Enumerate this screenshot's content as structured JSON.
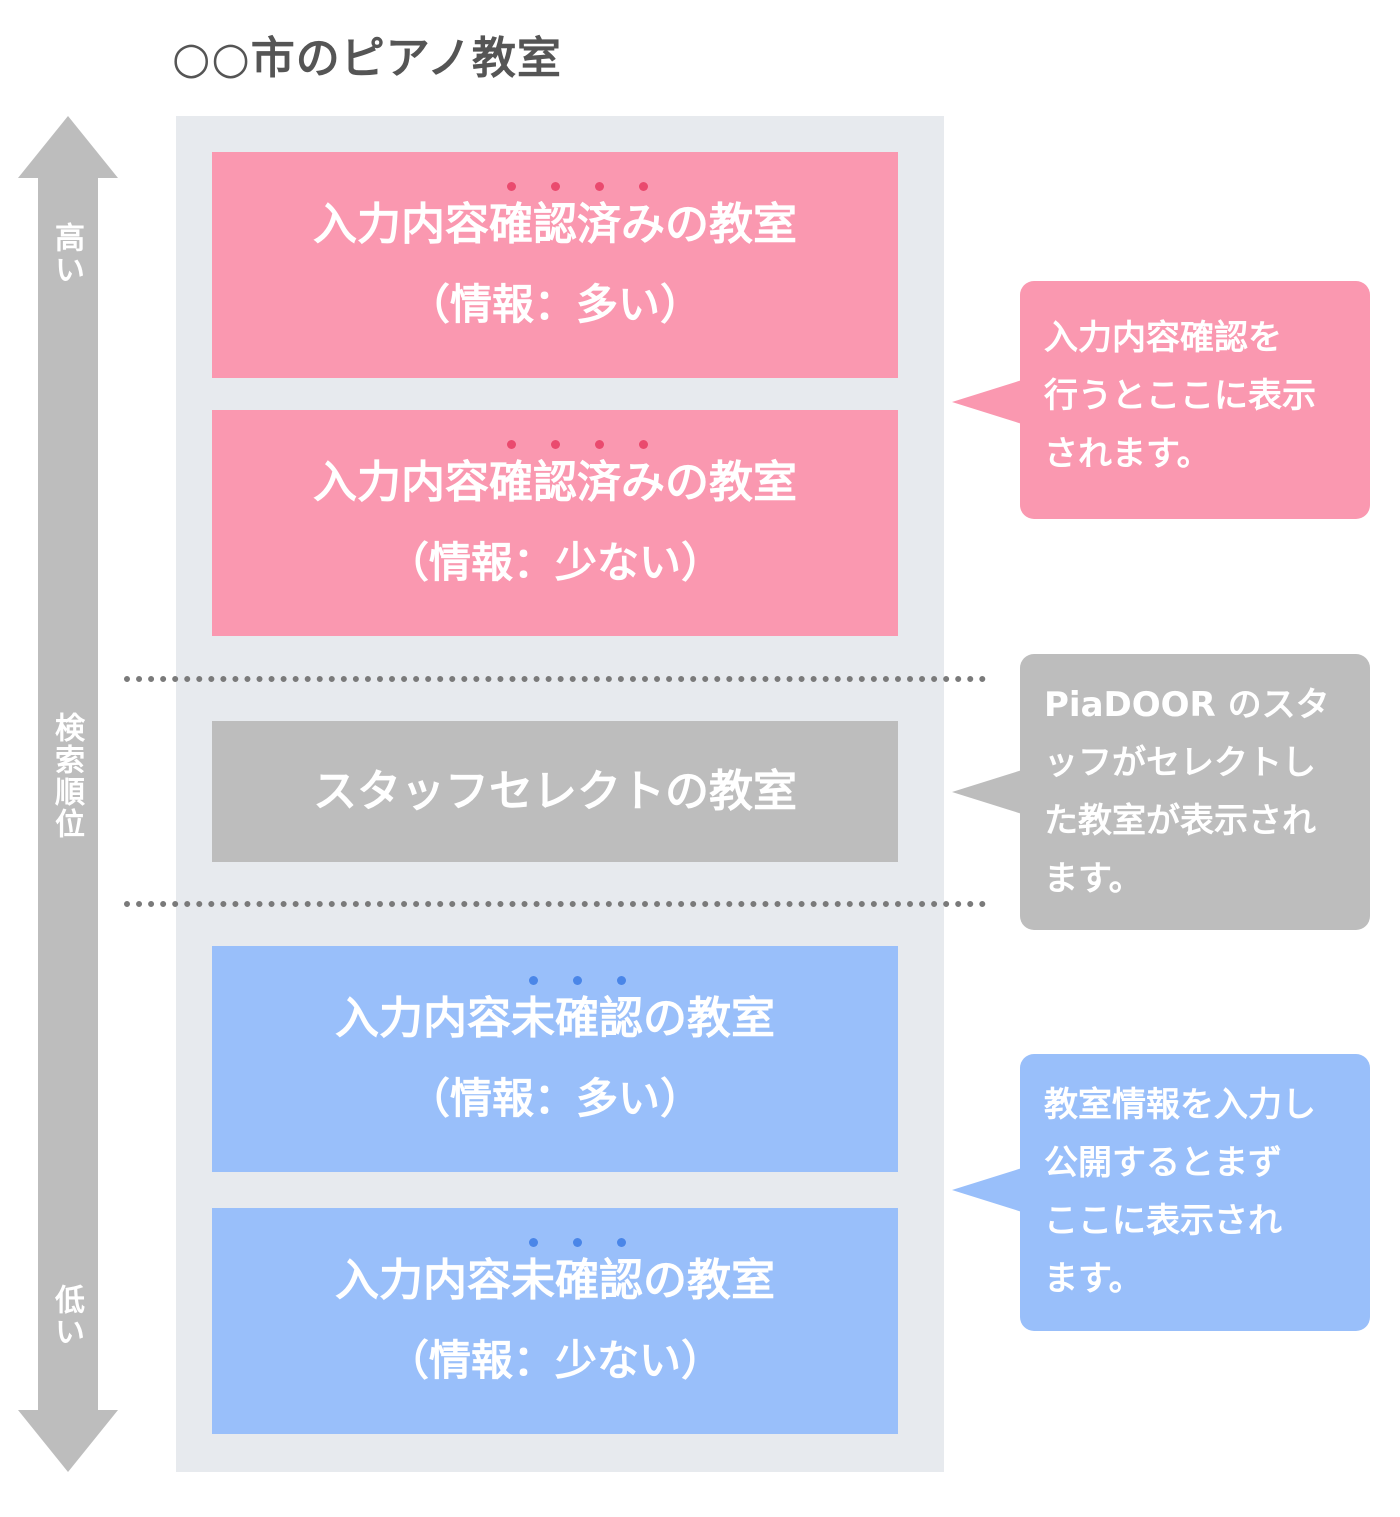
{
  "title": "○○市のピアノ教室",
  "axis": {
    "high_label": "高い",
    "mid_label": "検索順位",
    "low_label": "低い",
    "color": "#bdbdbd"
  },
  "boxes": [
    {
      "line1_pre": "入力内容",
      "line1_em": [
        "確",
        "認",
        "済",
        "み"
      ],
      "line1_post": "の教室",
      "line2": "（情報：多い）",
      "color": "#fa98b0"
    },
    {
      "line1_pre": "入力内容",
      "line1_em": [
        "確",
        "認",
        "済",
        "み"
      ],
      "line1_post": "の教室",
      "line2": "（情報：少ない）",
      "color": "#fa98b0"
    },
    {
      "line1": "スタッフセレクトの教室",
      "color": "#bdbdbd"
    },
    {
      "line1_pre": "入力内容",
      "line1_em": [
        "未",
        "確",
        "認"
      ],
      "line1_post": "の教室",
      "line2": "（情報：多い）",
      "color": "#99bffa"
    },
    {
      "line1_pre": "入力内容",
      "line1_em": [
        "未",
        "確",
        "認"
      ],
      "line1_post": "の教室",
      "line2": "（情報：少ない）",
      "color": "#99bffa"
    }
  ],
  "bubbles": [
    {
      "lines": [
        "入力内容確認を",
        "行うとここに表示",
        "されます。"
      ],
      "color": "#fa98b0"
    },
    {
      "lines": [
        "PiaDOOR のスタ",
        "ッフがセレクトし",
        "た教室が表示され",
        "ます。"
      ],
      "color": "#bdbdbd"
    },
    {
      "lines": [
        "教室情報を入力し",
        "公開するとまず",
        "ここに表示され",
        "ます。"
      ],
      "color": "#99bffa"
    }
  ]
}
